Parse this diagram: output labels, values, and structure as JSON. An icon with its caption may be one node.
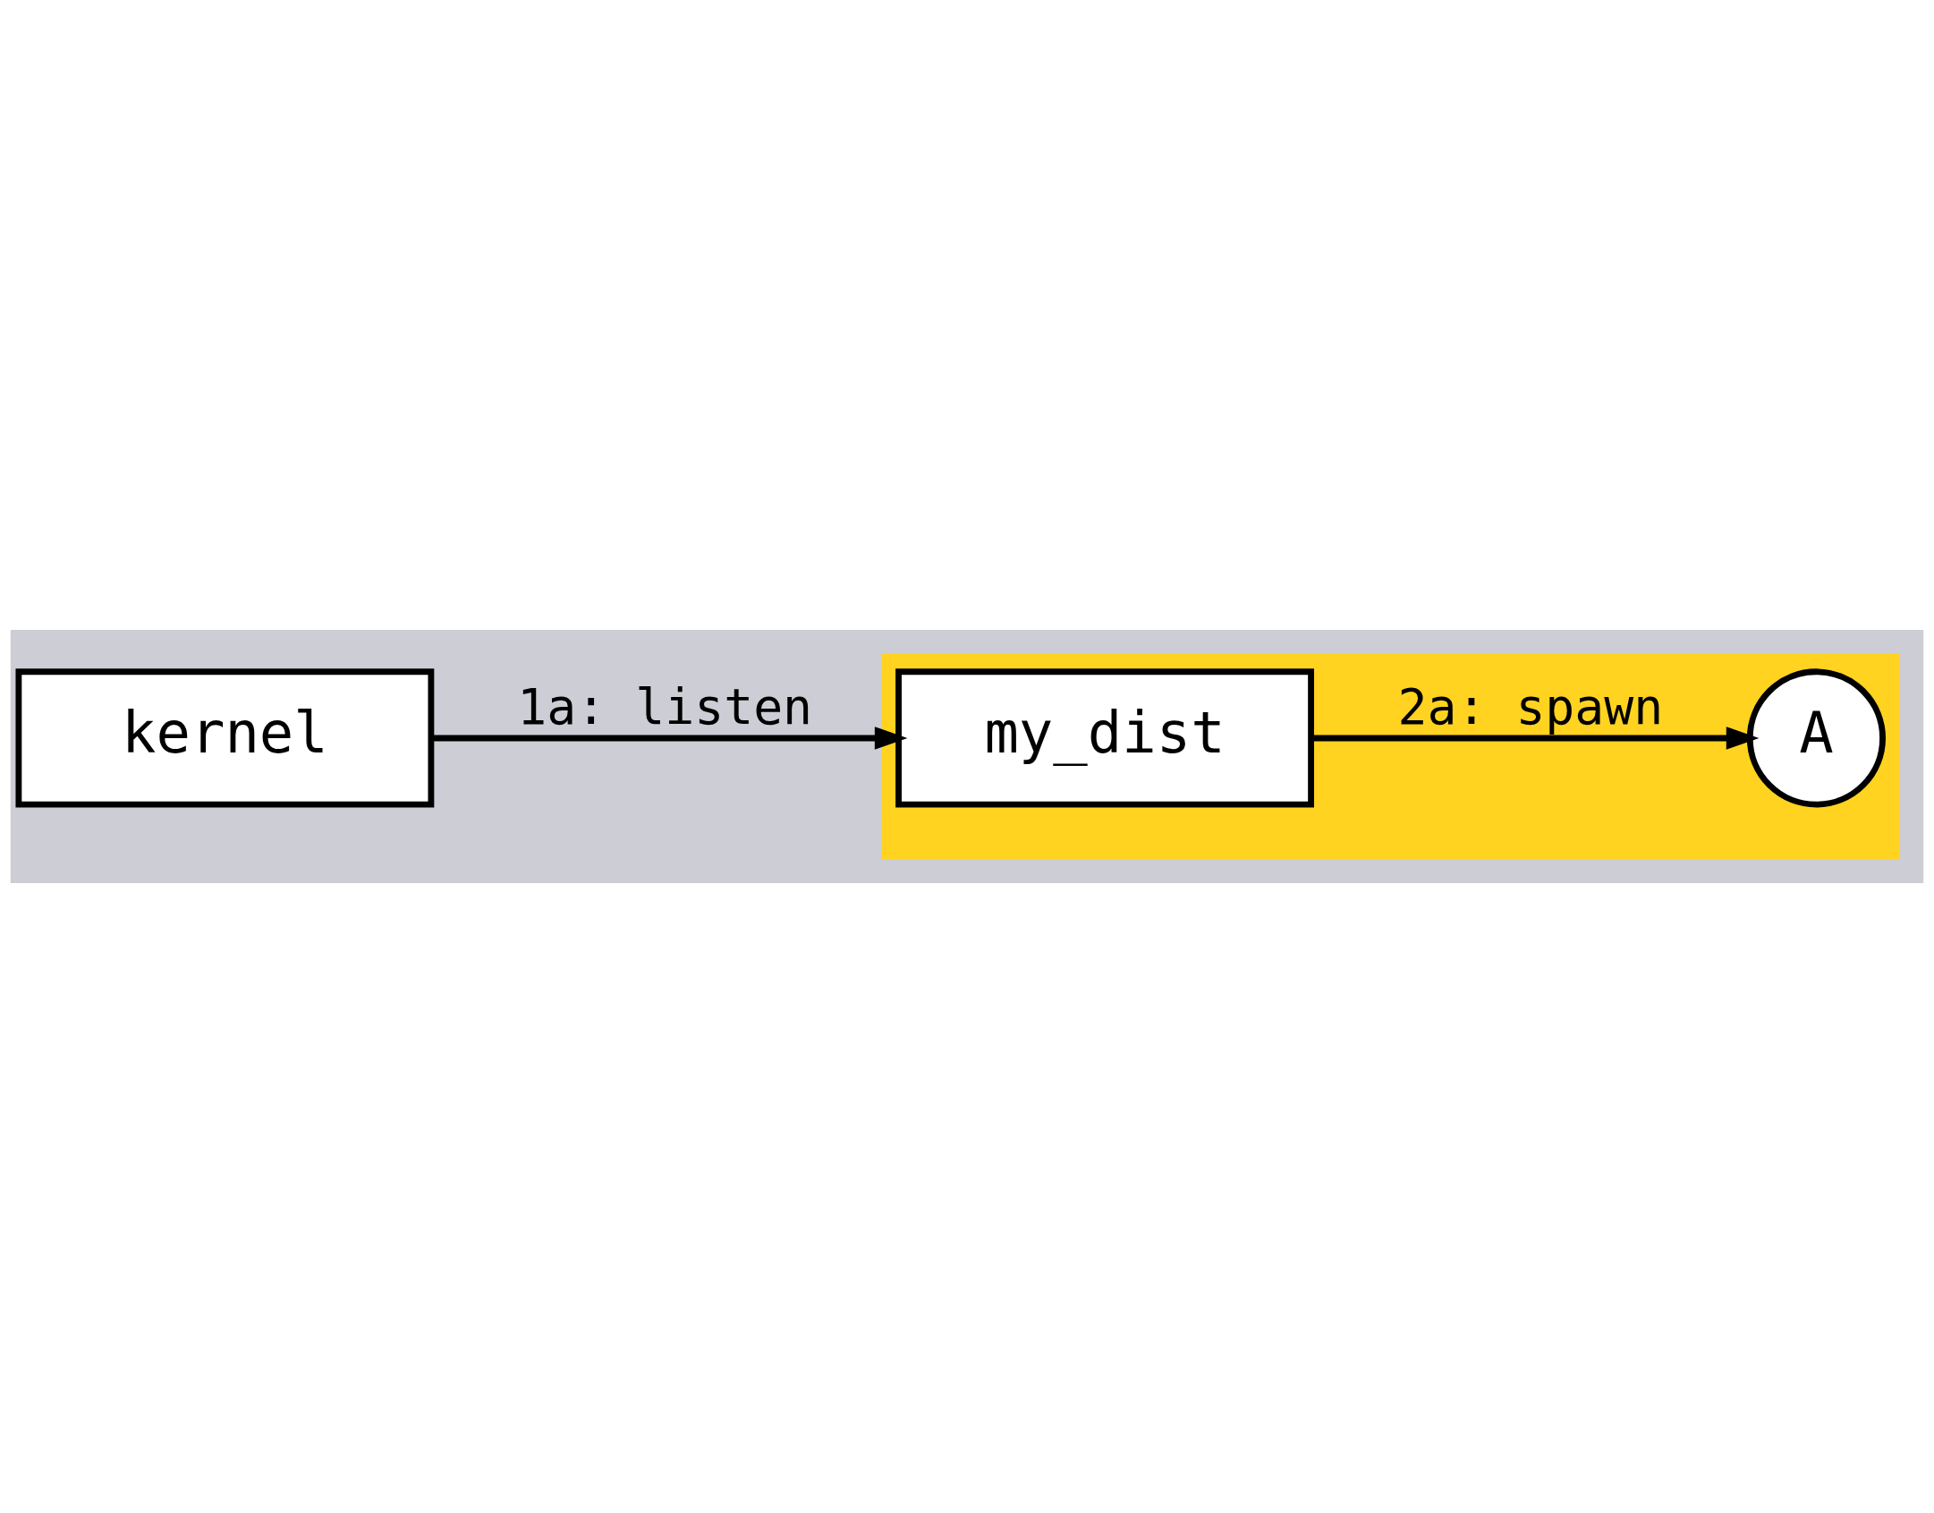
{
  "diagram": {
    "nodes": [
      {
        "text": [
          "kernel"
        ]
      },
      {
        "text": [],
        "shape": "band"
      },
      {
        "text": [
          "my_dist"
        ],
        "in": 1
      },
      {
        "text": [
          "A"
        ],
        "in": 1
      }
    ],
    "edges": [
      {
        "from": 0,
        "to": 2,
        "arrow": "to",
        "label": "1a: listen"
      },
      {
        "from": 2,
        "to": 3,
        "arrow": "to",
        "label": "2a: spawn"
      }
    ]
  }
}
